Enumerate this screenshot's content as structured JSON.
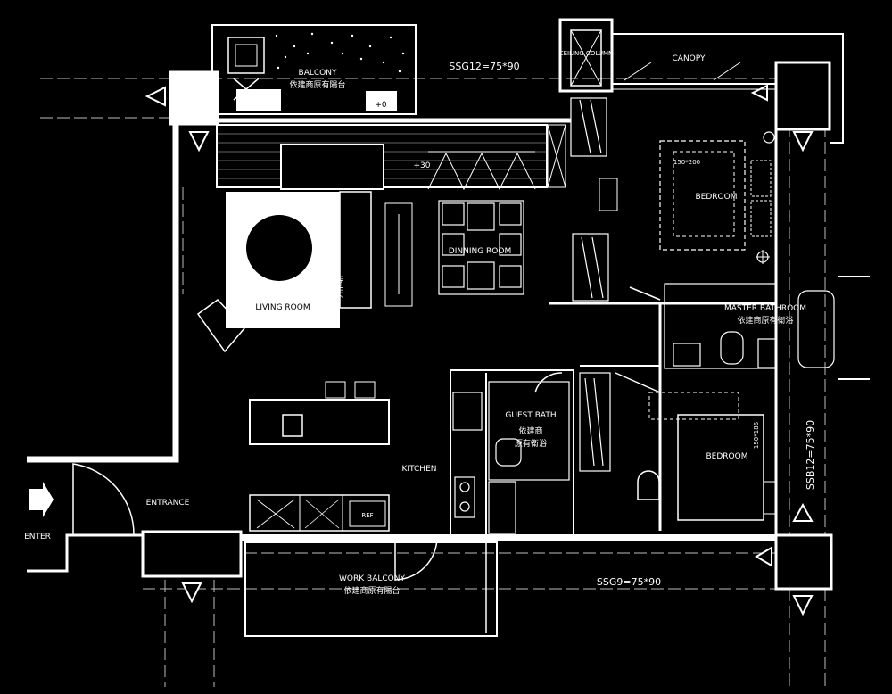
{
  "rooms": {
    "balcony": "BALCONY",
    "balcony_note": "依建商原有陽台",
    "canopy": "CANOPY",
    "ceiling_col": "CEILING COLUMN",
    "bedroom_main": "BEDROOM",
    "dining": "DINNING ROOM",
    "living": "LIVING ROOM",
    "master_bath": "MASTER BATHROOM",
    "master_bath_note": "依建商原有衛浴",
    "guest_bath": "GUEST BATH",
    "guest_bath_note1": "依建商",
    "guest_bath_note2": "原有衛浴",
    "kitchen": "KITCHEN",
    "bedroom_second": "BEDROOM",
    "entrance": "ENTRANCE",
    "enter": "ENTER",
    "ref": "REF",
    "work_balcony": "WORK BALCONY",
    "work_balcony_note": "依建商原有陽台"
  },
  "dims": {
    "ssg12": "SSG12=75*90",
    "ssg9": "SSG9=75*90",
    "ssb12": "SSB12=75*90",
    "plus30_balcony": "+30",
    "plus0_balcony": "+0",
    "plus30_deck": "+30",
    "bed1": "150*200",
    "bed2": "150*186",
    "sofa": "210*90"
  }
}
